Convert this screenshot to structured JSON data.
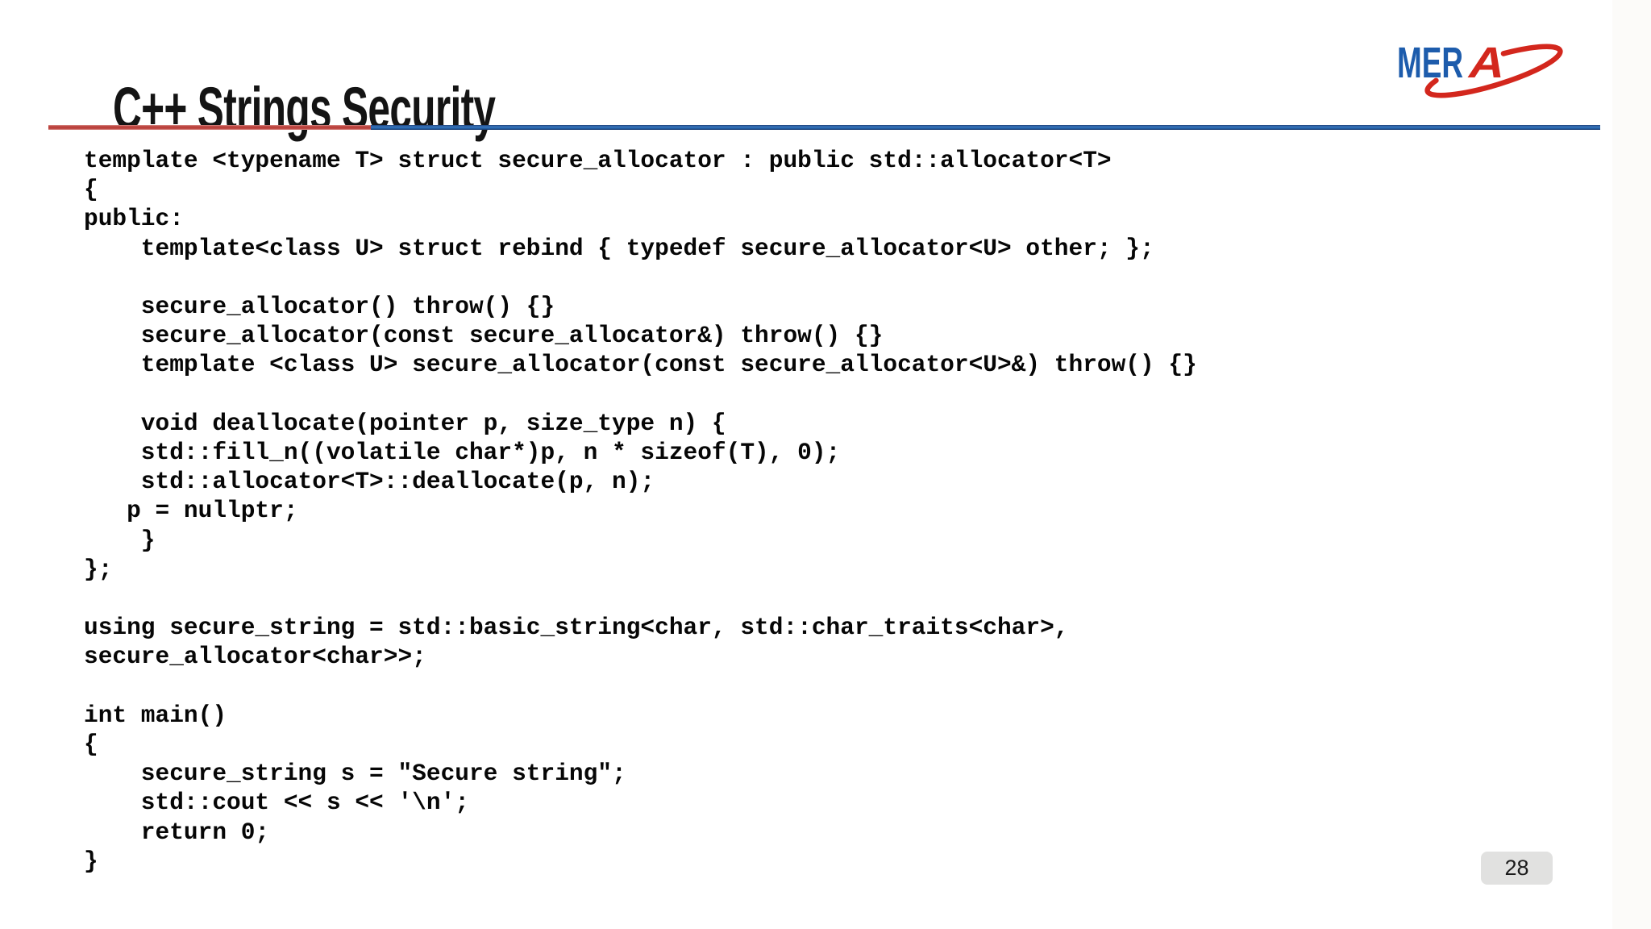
{
  "slide": {
    "title": "C++ Strings Security",
    "page_number": "28",
    "logo": {
      "text_blue": "MER",
      "text_red": "A",
      "blue_color": "#1d5cac",
      "red_color": "#d3271d"
    },
    "divider": {
      "red_color": "#bb423d",
      "blue_color": "#2767b0"
    },
    "code_lines": [
      "template <typename T> struct secure_allocator : public std::allocator<T>",
      "{",
      "public:",
      "    template<class U> struct rebind { typedef secure_allocator<U> other; };",
      "",
      "    secure_allocator() throw() {}",
      "    secure_allocator(const secure_allocator&) throw() {}",
      "    template <class U> secure_allocator(const secure_allocator<U>&) throw() {}",
      "",
      "    void deallocate(pointer p, size_type n) {",
      "    std::fill_n((volatile char*)p, n * sizeof(T), 0);",
      "    std::allocator<T>::deallocate(p, n);",
      "   p = nullptr;",
      "    }",
      "};",
      "",
      "using secure_string = std::basic_string<char, std::char_traits<char>,",
      "secure_allocator<char>>;",
      "",
      "int main()",
      "{",
      "    secure_string s = \"Secure string\";",
      "    std::cout << s << '\\n';",
      "    return 0;",
      "}"
    ]
  }
}
